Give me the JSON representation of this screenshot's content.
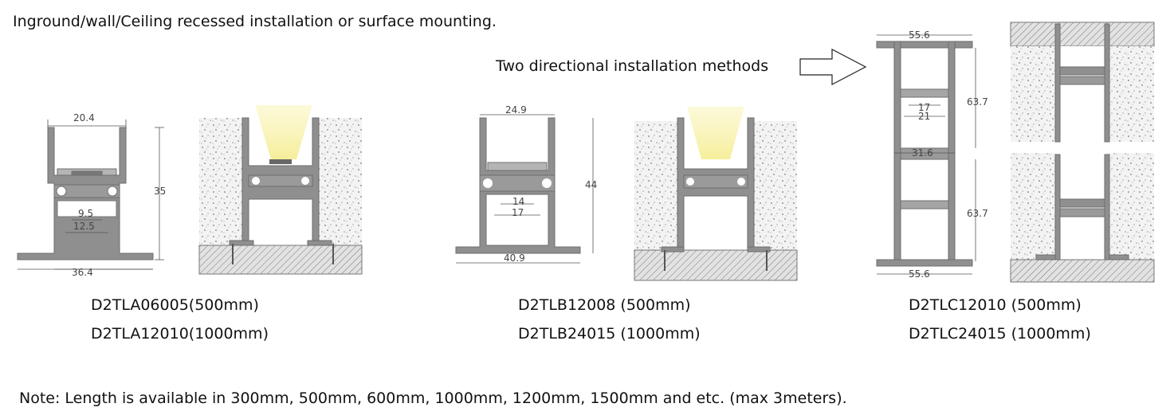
{
  "heading": "Inground/wall/Ceiling recessed installation or surface mounting.",
  "two_directional_label": "Two directional installation methods",
  "products": [
    {
      "model_500": "D2TLA06005(500mm)",
      "model_1000": "D2TLA12010(1000mm)",
      "dims": {
        "top": "20.4",
        "height": "35",
        "inner_small": "9.5",
        "inner_large": "12.5",
        "base": "36.4"
      }
    },
    {
      "model_500": "D2TLB12008 (500mm)",
      "model_1000": "D2TLB24015 (1000mm)",
      "dims": {
        "top": "24.9",
        "height": "44",
        "inner_small": "14",
        "inner_large": "17",
        "base": "40.9"
      }
    },
    {
      "model_500": "D2TLC12010 (500mm)",
      "model_1000": "D2TLC24015 (1000mm)",
      "dims": {
        "top": "55.6",
        "height_upper": "63.7",
        "inner_small": "17",
        "inner_large": "21",
        "middle": "31.6",
        "height_lower": "63.7",
        "base": "55.6"
      }
    }
  ],
  "note": "Note: Length is available in 300mm, 500mm, 600mm, 1000mm, 1200mm, 1500mm and etc. (max 3meters).",
  "colors": {
    "profile": "#8a8a8a",
    "concrete": "#f2f2f2",
    "speckle": "#444444",
    "light": "#f4f0a0",
    "dim_line": "#555555"
  }
}
